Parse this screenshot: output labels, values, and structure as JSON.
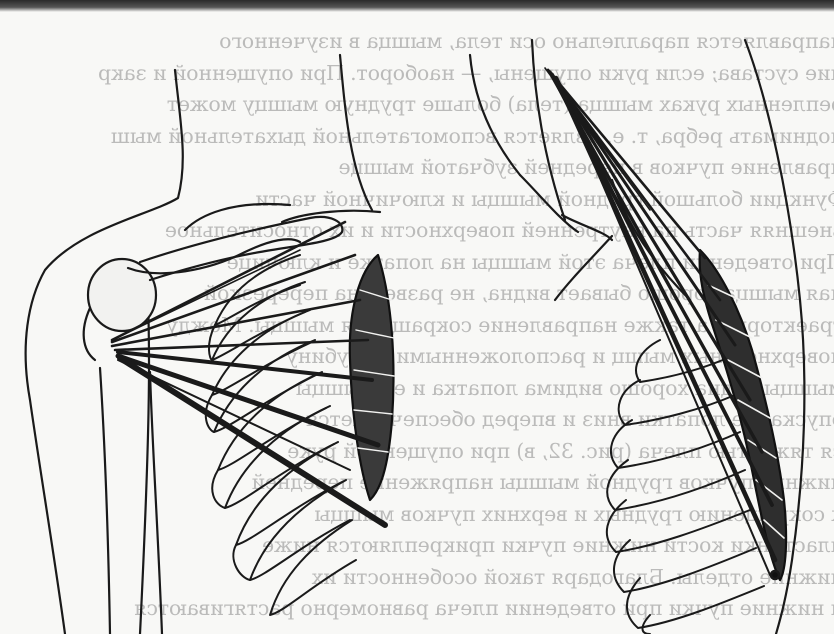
{
  "page": {
    "background": "#f8f8f6",
    "ink": "#1a1a1a",
    "bleed_color": "#8a8a8a"
  },
  "bleed_through_text": [
    "направляется параллельно оси тела, мышца в изученного",
    "ние сустава; если руки опущены, — наоборот. При опущенной и закр",
    "репленных руках мышца (тела) больше трудную мышцу может",
    "поднимать ребра, т. е. является вспомогательной дыхательной мыш",
    "правление пучков в передней зубчатой мышце",
    "Функции большой грудной мышцы и ключичной части",
    "внешняя часть на внутренней поверхности и их относительное",
    "При отведении плеча этой мышцы на лопатке и ключице",
    "пая мышца хорошо бывает видна, не разведена перерезкой",
    "траектория, а также направление сокращения мышцы. Между",
    "поверхностных мышц и расположенными в глубину",
    "мышцы видна хорошо видима лопатка и ее мышцы",
    "опускание лопатки вниз и вперед обеспечивается",
    "ся тяжестью плеча (рис. 32, в) при опущенной руке",
    "нижних пучков грудной мышцы напряжение передней",
    "к сокращению грудных и верхних пучков мышцы",
    "пластинки кости нижние пучки прикрепляются ниже",
    "нижние отделы. Благодаря такой особенности их",
    "и нижние пучки при отведении плеча равномерно растягиваются"
  ]
}
